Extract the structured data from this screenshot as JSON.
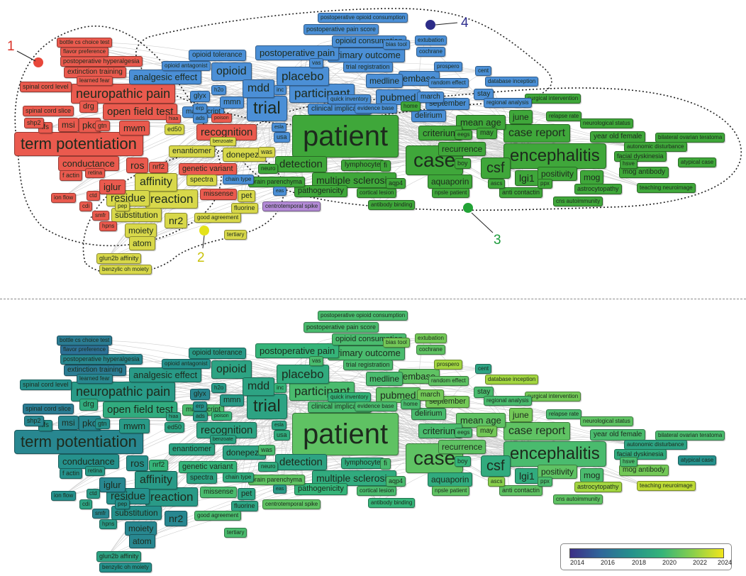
{
  "cluster_labels": [
    {
      "text": "1",
      "color": "#d93025"
    },
    {
      "text": "2",
      "color": "#c9c20a"
    },
    {
      "text": "3",
      "color": "#1a9a3a"
    },
    {
      "text": "4",
      "color": "#2e2e8f"
    }
  ],
  "cluster_colors": {
    "1": "#ea5a4e",
    "2": "#d8d84a",
    "3": "#3fa73a",
    "4": "#4b8fd6",
    "5": "#b38ad6"
  },
  "legend": {
    "ticks": [
      "2014",
      "2016",
      "2018",
      "2020",
      "2022",
      "2024"
    ]
  },
  "terms": [
    {
      "label": "patient",
      "c": 3,
      "y": 2021.0
    },
    {
      "label": "trial",
      "c": 4,
      "y": 2019.0
    },
    {
      "label": "case",
      "c": 3,
      "y": 2021.0
    },
    {
      "label": "encephalitis",
      "c": 3,
      "y": 2020.5
    },
    {
      "label": "term potentiation",
      "c": 1,
      "y": 2017.5
    },
    {
      "label": "neuropathic pain",
      "c": 1,
      "y": 2018.5
    },
    {
      "label": "participant",
      "c": 4,
      "y": 2020.5
    },
    {
      "label": "placebo",
      "c": 4,
      "y": 2019.5
    },
    {
      "label": "case report",
      "c": 3,
      "y": 2021.0
    },
    {
      "label": "open field test",
      "c": 1,
      "y": 2019.5
    },
    {
      "label": "reaction",
      "c": 2,
      "y": 2018.5
    },
    {
      "label": "affinity",
      "c": 2,
      "y": 2018.5
    },
    {
      "label": "recognition",
      "c": 1,
      "y": 2019.0
    },
    {
      "label": "detection",
      "c": 3,
      "y": 2019.0
    },
    {
      "label": "multiple sclerosis",
      "c": 3,
      "y": 2019.5
    },
    {
      "label": "opioid",
      "c": 4,
      "y": 2019.0
    },
    {
      "label": "mdd",
      "c": 4,
      "y": 2019.0
    },
    {
      "label": "pubmed",
      "c": 4,
      "y": 2021.0
    },
    {
      "label": "primary outcome",
      "c": 4,
      "y": 2020.5
    },
    {
      "label": "analgesic effect",
      "c": 4,
      "y": 2018.5
    },
    {
      "label": "postoperative pain",
      "c": 4,
      "y": 2020.0
    },
    {
      "label": "mean age",
      "c": 3,
      "y": 2021.0
    },
    {
      "label": "criterium",
      "c": 3,
      "y": 2020.5
    },
    {
      "label": "csf",
      "c": 3,
      "y": 2019.5
    },
    {
      "label": "lgi1",
      "c": 3,
      "y": 2019.5
    },
    {
      "label": "embase",
      "c": 4,
      "y": 2021.0
    },
    {
      "label": "medline",
      "c": 4,
      "y": 2020.5
    },
    {
      "label": "recurrence",
      "c": 3,
      "y": 2021.0
    },
    {
      "label": "june",
      "c": 3,
      "y": 2021.5
    },
    {
      "label": "mog",
      "c": 3,
      "y": 2020.5
    },
    {
      "label": "positivity",
      "c": 3,
      "y": 2021.0
    },
    {
      "label": "conductance",
      "c": 1,
      "y": 2018.0
    },
    {
      "label": "residue",
      "c": 2,
      "y": 2018.0
    },
    {
      "label": "substitution",
      "c": 2,
      "y": 2018.0
    },
    {
      "label": "moiety",
      "c": 2,
      "y": 2017.5
    },
    {
      "label": "nr2",
      "c": 2,
      "y": 2017.5
    },
    {
      "label": "atom",
      "c": 2,
      "y": 2017.5
    },
    {
      "label": "ros",
      "c": 1,
      "y": 2018.0
    },
    {
      "label": "mwm",
      "c": 1,
      "y": 2018.5
    },
    {
      "label": "pkc",
      "c": 1,
      "y": 2017.5
    },
    {
      "label": "iglur",
      "c": 1,
      "y": 2017.5
    },
    {
      "label": "enantiomer",
      "c": 2,
      "y": 2019.0
    },
    {
      "label": "donepezil",
      "c": 2,
      "y": 2019.0
    },
    {
      "label": "genetic variant",
      "c": 1,
      "y": 2020.0
    },
    {
      "label": "aquaporin",
      "c": 3,
      "y": 2019.5
    },
    {
      "label": "pathogenicity",
      "c": 3,
      "y": 2020.0
    },
    {
      "label": "lymphocyte",
      "c": 3,
      "y": 2019.5
    },
    {
      "label": "delirium",
      "c": 4,
      "y": 2020.5
    },
    {
      "label": "september",
      "c": 4,
      "y": 2021.5
    },
    {
      "label": "mog antibody",
      "c": 3,
      "y": 2021.5
    },
    {
      "label": "year old female",
      "c": 3,
      "y": 2020.5
    },
    {
      "label": "opioid consumption",
      "c": 4,
      "y": 2020.5
    },
    {
      "label": "postoperative pain score",
      "c": 4,
      "y": 2020.5
    },
    {
      "label": "postoperative opioid consumption",
      "c": 4,
      "y": 2020.5
    },
    {
      "label": "extinction training",
      "c": 1,
      "y": 2017.0
    },
    {
      "label": "postoperative hyperalgesia",
      "c": 1,
      "y": 2017.5
    },
    {
      "label": "flavor preference",
      "c": 1,
      "y": 2016.5
    },
    {
      "label": "bottle cs choice test",
      "c": 1,
      "y": 2017.0
    },
    {
      "label": "spinal cord slice",
      "c": 1,
      "y": 2017.0
    },
    {
      "label": "spinal cord level",
      "c": 1,
      "y": 2018.0
    },
    {
      "label": "opioid tolerance",
      "c": 4,
      "y": 2018.5
    },
    {
      "label": "opioid antagonist",
      "c": 4,
      "y": 2018.0
    },
    {
      "label": "glyx",
      "c": 4,
      "y": 2017.5
    },
    {
      "label": "manuscript",
      "c": 4,
      "y": 2020.5
    },
    {
      "label": "clinical implication",
      "c": 4,
      "y": 2020.5
    },
    {
      "label": "trial registration",
      "c": 4,
      "y": 2020.5
    },
    {
      "label": "extubation",
      "c": 4,
      "y": 2021.5
    },
    {
      "label": "cochrane",
      "c": 4,
      "y": 2021.0
    },
    {
      "label": "prospero",
      "c": 4,
      "y": 2022.5
    },
    {
      "label": "cent",
      "c": 4,
      "y": 2019.0
    },
    {
      "label": "random effect",
      "c": 4,
      "y": 2021.0
    },
    {
      "label": "database inception",
      "c": 4,
      "y": 2022.5
    },
    {
      "label": "stay",
      "c": 4,
      "y": 2020.5
    },
    {
      "label": "march",
      "c": 4,
      "y": 2021.5
    },
    {
      "label": "surgical intervention",
      "c": 3,
      "y": 2021.5
    },
    {
      "label": "relapse rate",
      "c": 3,
      "y": 2020.5
    },
    {
      "label": "neurological status",
      "c": 3,
      "y": 2021.0
    },
    {
      "label": "bilateral ovarian teratoma",
      "c": 3,
      "y": 2020.5
    },
    {
      "label": "autonomic disturbance",
      "c": 3,
      "y": 2019.0
    },
    {
      "label": "facial dyskinesia",
      "c": 3,
      "y": 2019.5
    },
    {
      "label": "atypical case",
      "c": 3,
      "y": 2018.0
    },
    {
      "label": "teaching neuroimage",
      "c": 3,
      "y": 2023.0
    },
    {
      "label": "astrocytopathy",
      "c": 3,
      "y": 2022.5
    },
    {
      "label": "cns autoimmunity",
      "c": 3,
      "y": 2021.0
    },
    {
      "label": "anti contactin",
      "c": 3,
      "y": 2021.0
    },
    {
      "label": "npsle patient",
      "c": 3,
      "y": 2021.0
    },
    {
      "label": "cortical lesion",
      "c": 3,
      "y": 2020.5
    },
    {
      "label": "antibody binding",
      "c": 3,
      "y": 2020.0
    },
    {
      "label": "centrotemporal spike",
      "c": 5,
      "y": 2021.0
    },
    {
      "label": "brain parenchyma",
      "c": 3,
      "y": 2021.0
    },
    {
      "label": "fluorine",
      "c": 2,
      "y": 2019.0
    },
    {
      "label": "pet",
      "c": 2,
      "y": 2019.0
    },
    {
      "label": "missense",
      "c": 1,
      "y": 2020.5
    },
    {
      "label": "spectra",
      "c": 2,
      "y": 2019.0
    },
    {
      "label": "good agreement",
      "c": 2,
      "y": 2020.5
    },
    {
      "label": "tertiary",
      "c": 2,
      "y": 2020.5
    },
    {
      "label": "glun2b affinity",
      "c": 2,
      "y": 2019.0
    },
    {
      "label": "benzylic oh moiety",
      "c": 2,
      "y": 2018.0
    },
    {
      "label": "ed50",
      "c": 2,
      "y": 2019.0
    },
    {
      "label": "nrf2",
      "c": 1,
      "y": 2020.0
    },
    {
      "label": "f actin",
      "c": 1,
      "y": 2018.0
    },
    {
      "label": "retina",
      "c": 1,
      "y": 2018.5
    },
    {
      "label": "ion flow",
      "c": 1,
      "y": 2018.0
    },
    {
      "label": "ctd",
      "c": 1,
      "y": 2018.5
    },
    {
      "label": "cdi",
      "c": 1,
      "y": 2019.0
    },
    {
      "label": "hpns",
      "c": 1,
      "y": 2018.5
    },
    {
      "label": "smfr",
      "c": 1,
      "y": 2017.5
    },
    {
      "label": "drg",
      "c": 1,
      "y": 2019.5
    },
    {
      "label": "lfs",
      "c": 1,
      "y": 2018.0
    },
    {
      "label": "msi",
      "c": 1,
      "y": 2017.5
    },
    {
      "label": "shp2",
      "c": 1,
      "y": 2017.5
    },
    {
      "label": "learned fear",
      "c": 1,
      "y": 2017.5
    },
    {
      "label": "home",
      "c": 3,
      "y": 2020.5
    },
    {
      "label": "eegs",
      "c": 3,
      "y": 2020.5
    },
    {
      "label": "may",
      "c": 3,
      "y": 2021.5
    },
    {
      "label": "boy",
      "c": 3,
      "y": 2020.0
    },
    {
      "label": "ascs",
      "c": 3,
      "y": 2022.0
    },
    {
      "label": "ppx",
      "c": 3,
      "y": 2020.5
    },
    {
      "label": "hsve",
      "c": 3,
      "y": 2020.5
    },
    {
      "label": "usa",
      "c": 4,
      "y": 2019.5
    },
    {
      "label": "was",
      "c": 2,
      "y": 2020.5
    },
    {
      "label": "mmn",
      "c": 4,
      "y": 2018.5
    },
    {
      "label": "inc",
      "c": 4,
      "y": 2020.0
    },
    {
      "label": "vas",
      "c": 4,
      "y": 2020.5
    },
    {
      "label": "erp",
      "c": 4,
      "y": 2018.0
    },
    {
      "label": "h2o",
      "c": 4,
      "y": 2018.5
    },
    {
      "label": "ads",
      "c": 4,
      "y": 2018.5
    },
    {
      "label": "quick inventory",
      "c": 4,
      "y": 2020.0
    },
    {
      "label": "bias tool",
      "c": 4,
      "y": 2021.5
    },
    {
      "label": "evidence base",
      "c": 4,
      "y": 2020.5
    },
    {
      "label": "regional analysis",
      "c": 4,
      "y": 2020.5
    },
    {
      "label": "hiaa",
      "c": 1,
      "y": 2019.0
    },
    {
      "label": "poison",
      "c": 1,
      "y": 2020.0
    },
    {
      "label": "benzoate",
      "c": 2,
      "y": 2019.0
    },
    {
      "label": "neuro",
      "c": 3,
      "y": 2019.5
    },
    {
      "label": "chain type",
      "c": 4,
      "y": 2019.5
    },
    {
      "label": "aqp4",
      "c": 3,
      "y": 2020.5
    },
    {
      "label": "fi",
      "c": 3,
      "y": 2020.5
    },
    {
      "label": "eas",
      "c": 4,
      "y": 2018.5
    },
    {
      "label": "esla",
      "c": 4,
      "y": 2019.0
    },
    {
      "label": "gtn",
      "c": 1,
      "y": 2018.0
    },
    {
      "label": "pep",
      "c": 2,
      "y": 2018.0
    }
  ]
}
